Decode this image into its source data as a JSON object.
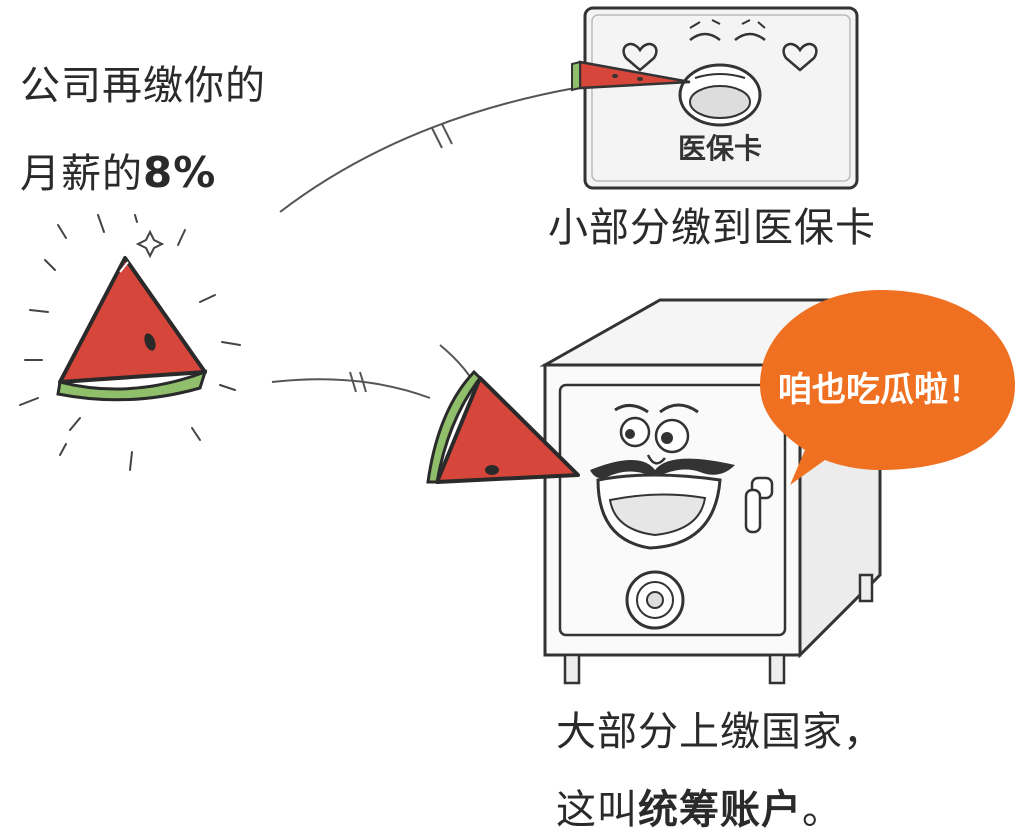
{
  "intro": {
    "line1": "公司再缴你的",
    "line2_prefix": "月薪的",
    "line2_percent": "8%"
  },
  "card": {
    "label": "医保卡",
    "caption": "小部分缴到医保卡"
  },
  "safe": {
    "bubble": "咱也吃瓜啦！",
    "caption_line1": "大部分上缴国家，",
    "caption_line2_prefix": "这叫",
    "caption_line2_bold": "统筹账户",
    "caption_line2_suffix": "。"
  },
  "colors": {
    "watermelon_flesh": "#d6463a",
    "watermelon_rind": "#8fbf6a",
    "bubble": "#f07022",
    "ink": "#2a2a2a"
  }
}
